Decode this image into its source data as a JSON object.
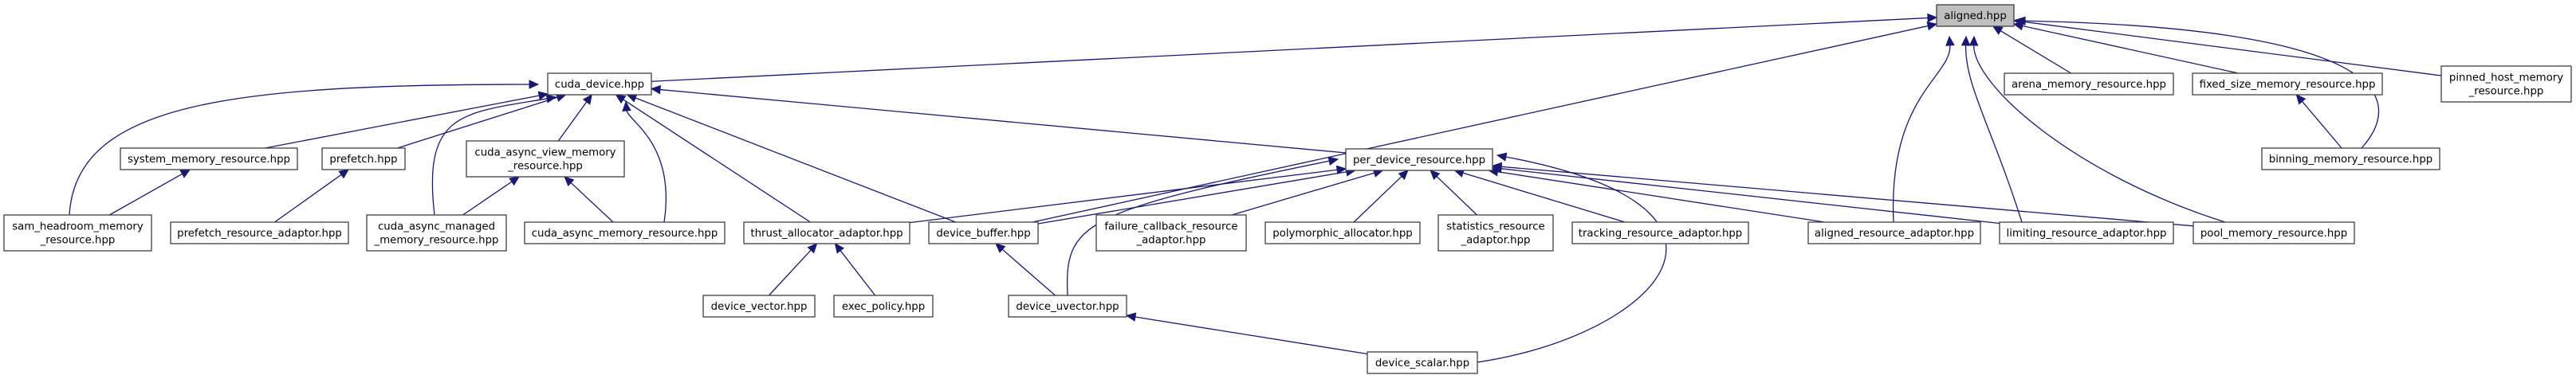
{
  "graph": {
    "title": "aligned.hpp include dependency graph",
    "colors": {
      "edge": "#191970",
      "root_fill": "#bfbfbf",
      "node_fill": "#ffffff",
      "node_border": "#404040"
    },
    "nodes": [
      {
        "id": "aligned",
        "lines": [
          "aligned.hpp"
        ],
        "root": true
      },
      {
        "id": "cuda_device",
        "lines": [
          "cuda_device.hpp"
        ]
      },
      {
        "id": "system_mr",
        "lines": [
          "system_memory_resource.hpp"
        ]
      },
      {
        "id": "prefetch",
        "lines": [
          "prefetch.hpp"
        ]
      },
      {
        "id": "cuda_async_view",
        "lines": [
          "cuda_async_view_memory",
          "_resource.hpp"
        ]
      },
      {
        "id": "sam_headroom",
        "lines": [
          "sam_headroom_memory",
          "_resource.hpp"
        ]
      },
      {
        "id": "prefetch_adaptor",
        "lines": [
          "prefetch_resource_adaptor.hpp"
        ]
      },
      {
        "id": "cuda_async_managed",
        "lines": [
          "cuda_async_managed",
          "_memory_resource.hpp"
        ]
      },
      {
        "id": "cuda_async_mr",
        "lines": [
          "cuda_async_memory_resource.hpp"
        ]
      },
      {
        "id": "thrust_alloc",
        "lines": [
          "thrust_allocator_adaptor.hpp"
        ]
      },
      {
        "id": "device_buffer",
        "lines": [
          "device_buffer.hpp"
        ]
      },
      {
        "id": "device_vector",
        "lines": [
          "device_vector.hpp"
        ]
      },
      {
        "id": "exec_policy",
        "lines": [
          "exec_policy.hpp"
        ]
      },
      {
        "id": "device_uvector",
        "lines": [
          "device_uvector.hpp"
        ]
      },
      {
        "id": "device_scalar",
        "lines": [
          "device_scalar.hpp"
        ]
      },
      {
        "id": "per_device",
        "lines": [
          "per_device_resource.hpp"
        ]
      },
      {
        "id": "failure_cb",
        "lines": [
          "failure_callback_resource",
          "_adaptor.hpp"
        ]
      },
      {
        "id": "polymorphic",
        "lines": [
          "polymorphic_allocator.hpp"
        ]
      },
      {
        "id": "statistics",
        "lines": [
          "statistics_resource",
          "_adaptor.hpp"
        ]
      },
      {
        "id": "tracking",
        "lines": [
          "tracking_resource_adaptor.hpp"
        ]
      },
      {
        "id": "aligned_adaptor",
        "lines": [
          "aligned_resource_adaptor.hpp"
        ]
      },
      {
        "id": "limiting",
        "lines": [
          "limiting_resource_adaptor.hpp"
        ]
      },
      {
        "id": "pool_mr",
        "lines": [
          "pool_memory_resource.hpp"
        ]
      },
      {
        "id": "arena_mr",
        "lines": [
          "arena_memory_resource.hpp"
        ]
      },
      {
        "id": "fixed_size_mr",
        "lines": [
          "fixed_size_memory_resource.hpp"
        ]
      },
      {
        "id": "binning_mr",
        "lines": [
          "binning_memory_resource.hpp"
        ]
      },
      {
        "id": "pinned_host",
        "lines": [
          "pinned_host_memory",
          "_resource.hpp"
        ]
      }
    ],
    "edges": [
      {
        "from": "cuda_device",
        "to": "aligned"
      },
      {
        "from": "device_buffer",
        "to": "aligned"
      },
      {
        "from": "aligned_adaptor",
        "to": "aligned"
      },
      {
        "from": "limiting",
        "to": "aligned"
      },
      {
        "from": "pool_mr",
        "to": "aligned"
      },
      {
        "from": "arena_mr",
        "to": "aligned"
      },
      {
        "from": "fixed_size_mr",
        "to": "aligned"
      },
      {
        "from": "binning_mr",
        "to": "aligned"
      },
      {
        "from": "pinned_host",
        "to": "aligned"
      },
      {
        "from": "sam_headroom",
        "to": "cuda_device"
      },
      {
        "from": "system_mr",
        "to": "cuda_device"
      },
      {
        "from": "prefetch",
        "to": "cuda_device"
      },
      {
        "from": "cuda_async_view",
        "to": "cuda_device"
      },
      {
        "from": "cuda_async_managed",
        "to": "cuda_device"
      },
      {
        "from": "cuda_async_mr",
        "to": "cuda_device"
      },
      {
        "from": "thrust_alloc",
        "to": "cuda_device"
      },
      {
        "from": "device_buffer",
        "to": "cuda_device"
      },
      {
        "from": "per_device",
        "to": "cuda_device"
      },
      {
        "from": "sam_headroom",
        "to": "system_mr"
      },
      {
        "from": "prefetch_adaptor",
        "to": "prefetch"
      },
      {
        "from": "cuda_async_managed",
        "to": "cuda_async_view"
      },
      {
        "from": "cuda_async_mr",
        "to": "cuda_async_view"
      },
      {
        "from": "thrust_alloc",
        "to": "per_device"
      },
      {
        "from": "device_buffer",
        "to": "per_device"
      },
      {
        "from": "device_uvector",
        "to": "per_device"
      },
      {
        "from": "failure_cb",
        "to": "per_device"
      },
      {
        "from": "polymorphic",
        "to": "per_device"
      },
      {
        "from": "statistics",
        "to": "per_device"
      },
      {
        "from": "tracking",
        "to": "per_device"
      },
      {
        "from": "aligned_adaptor",
        "to": "per_device"
      },
      {
        "from": "limiting",
        "to": "per_device"
      },
      {
        "from": "pool_mr",
        "to": "per_device"
      },
      {
        "from": "device_scalar",
        "to": "per_device"
      },
      {
        "from": "device_vector",
        "to": "thrust_alloc"
      },
      {
        "from": "exec_policy",
        "to": "thrust_alloc"
      },
      {
        "from": "device_uvector",
        "to": "device_buffer"
      },
      {
        "from": "device_scalar",
        "to": "device_uvector"
      },
      {
        "from": "binning_mr",
        "to": "fixed_size_mr"
      }
    ]
  }
}
